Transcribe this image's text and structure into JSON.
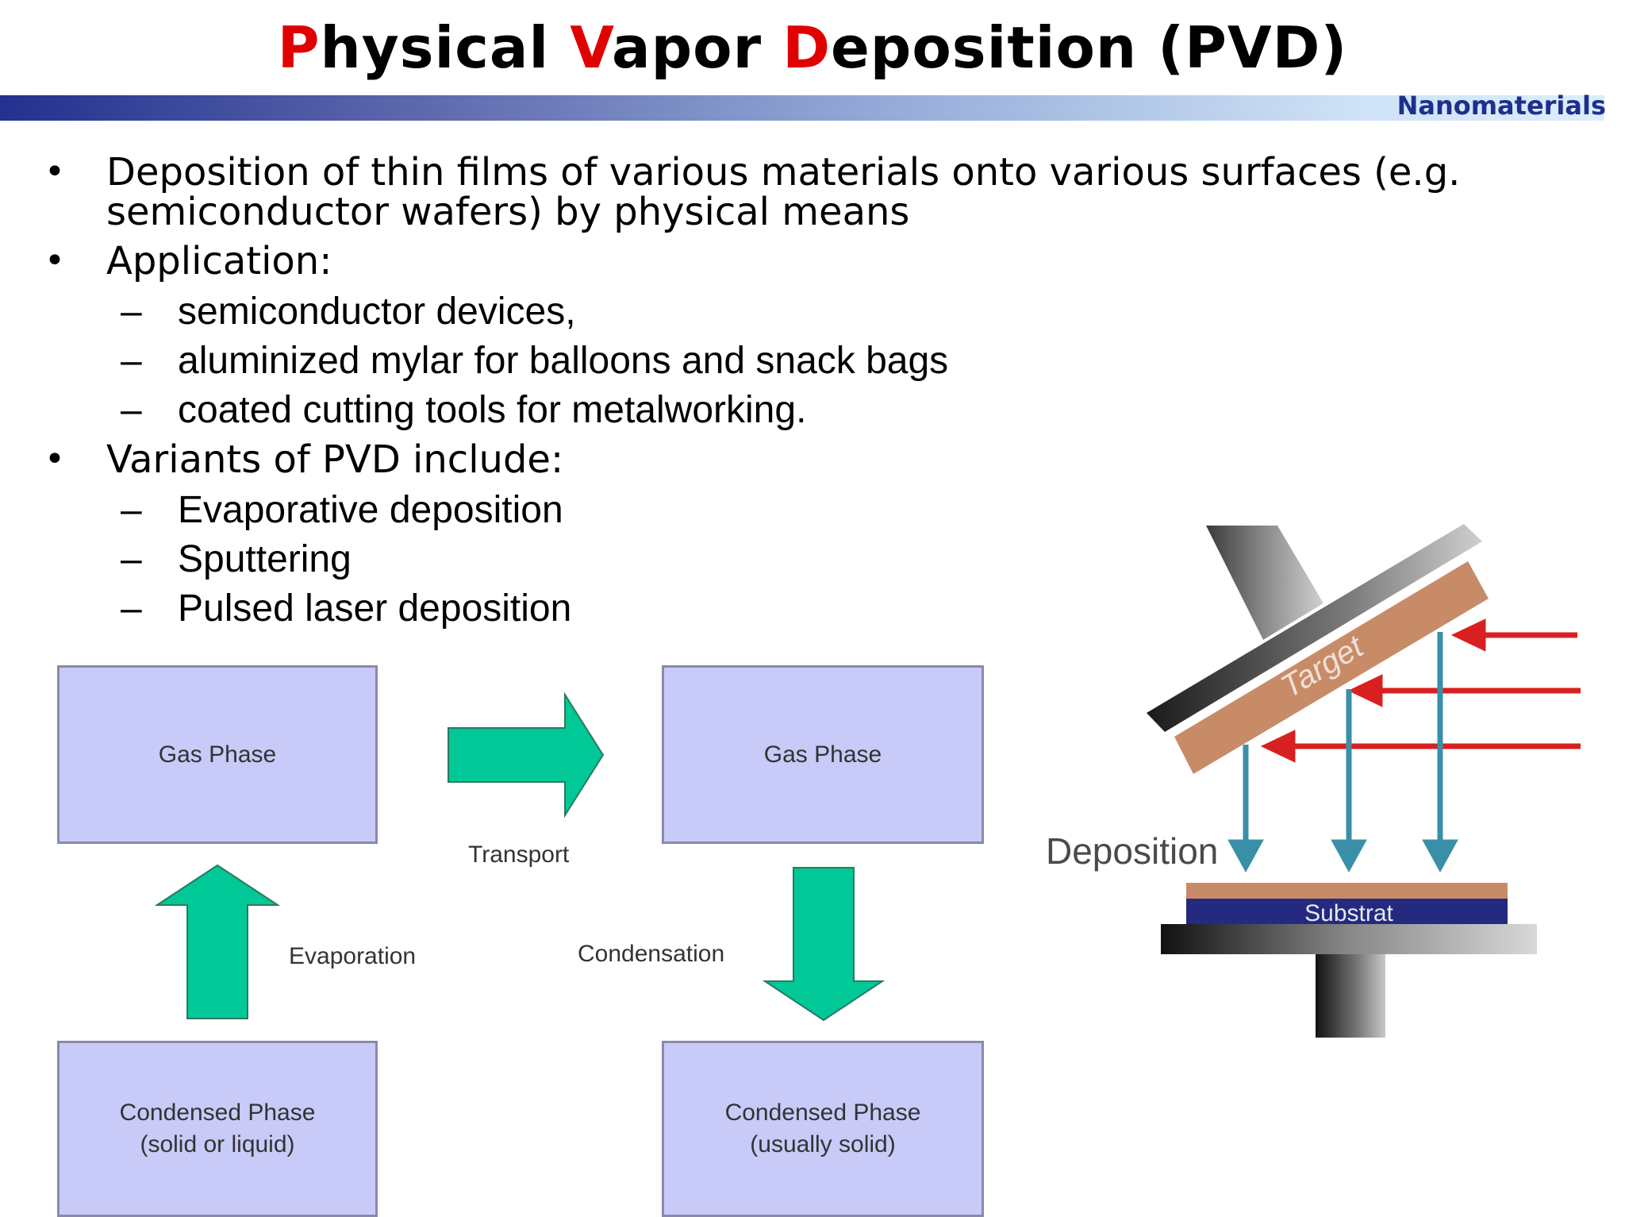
{
  "title": {
    "p_initial": "P",
    "p_rest": "hysical ",
    "v_initial": "V",
    "v_rest": "apor ",
    "d_initial": "D",
    "d_rest": "eposition (PVD)"
  },
  "header": {
    "brand": "Nanomaterials"
  },
  "bullets": [
    {
      "line1": "Deposition of thin films of various materials onto various surfaces (e.g.",
      "line2": "semiconductor wafers) by physical means"
    },
    {
      "text": "Application:"
    },
    {
      "text": "Variants of PVD include:"
    }
  ],
  "applications": [
    "semiconductor devices,",
    "aluminized mylar for balloons and snack bags",
    "coated cutting tools for metalworking."
  ],
  "variants": [
    "Evaporative deposition",
    "Sputtering",
    "Pulsed laser deposition"
  ],
  "diagram": {
    "gas_phase_left": "Gas Phase",
    "gas_phase_right": "Gas Phase",
    "condensed_left_line1": "Condensed Phase",
    "condensed_left_line2": "(solid or liquid)",
    "condensed_right_line1": "Condensed Phase",
    "condensed_right_line2": "(usually solid)",
    "transport": "Transport",
    "evaporation": "Evaporation",
    "condensation": "Condensation"
  },
  "sputter": {
    "target": "Target",
    "deposition": "Deposition",
    "substrat": "Substrat"
  },
  "colors": {
    "title_accent": "#e00000",
    "brand": "#1e2f8c",
    "box_fill": "#c8caf8",
    "arrow_green": "#00c896",
    "laser_red": "#d82020",
    "deposition_arrow": "#3a8fa8",
    "target_copper": "#c88b68",
    "substrat_blue": "#232a80"
  }
}
